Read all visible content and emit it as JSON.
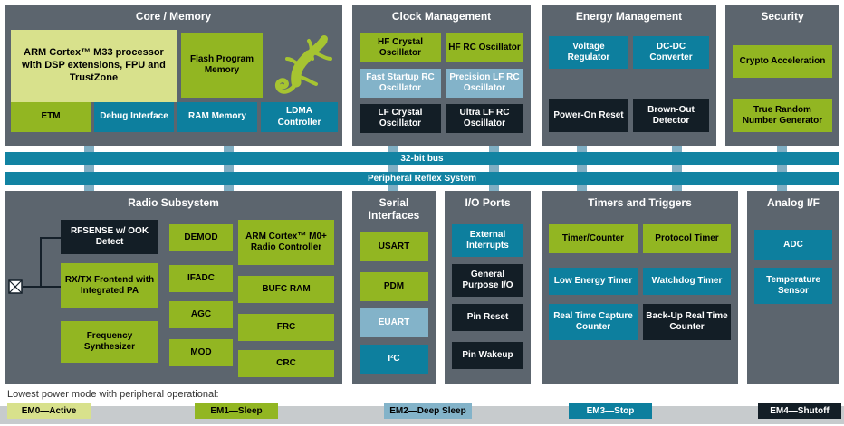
{
  "panels": {
    "core_memory": {
      "title": "Core / Memory",
      "blocks": {
        "cpu": "ARM Cortex™ M33 processor with DSP extensions, FPU and TrustZone",
        "flash": "Flash Program Memory",
        "etm": "ETM",
        "debug_interface": "Debug Interface",
        "ram_memory": "RAM Memory",
        "ldma_controller": "LDMA Controller"
      }
    },
    "clock_management": {
      "title": "Clock Management",
      "blocks": {
        "hf_crystal": "HF Crystal Oscillator",
        "hf_rc": "HF RC Oscillator",
        "fast_startup_rc": "Fast Startup RC Oscillator",
        "precision_lf_rc": "Precision LF RC Oscillator",
        "lf_crystal": "LF Crystal Oscillator",
        "ultra_lf_rc": "Ultra LF RC Oscillator"
      }
    },
    "energy_management": {
      "title": "Energy Management",
      "blocks": {
        "voltage_regulator": "Voltage Regulator",
        "dcdc_converter": "DC-DC Converter",
        "power_on_reset": "Power-On Reset",
        "brown_out_detector": "Brown-Out Detector"
      }
    },
    "security": {
      "title": "Security",
      "blocks": {
        "crypto_acceleration": "Crypto Acceleration",
        "trng": "True Random Number Generator"
      }
    },
    "radio": {
      "title": "Radio Subsystem",
      "blocks": {
        "rfsense": "RFSENSE w/ OOK Detect",
        "rxtx_frontend": "RX/TX Frontend with Integrated PA",
        "frequency_synthesizer": "Frequency Synthesizer",
        "demod": "DEMOD",
        "ifadc": "IFADC",
        "agc": "AGC",
        "mod": "MOD",
        "m0_radio_controller": "ARM Cortex™ M0+ Radio Controller",
        "bufc_ram": "BUFC RAM",
        "frc": "FRC",
        "crc": "CRC"
      }
    },
    "serial": {
      "title": "Serial Interfaces",
      "blocks": {
        "usart": "USART",
        "pdm": "PDM",
        "euart": "EUART",
        "i2c": "I²C"
      }
    },
    "io_ports": {
      "title": "I/O Ports",
      "blocks": {
        "external_interrupts": "External Interrupts",
        "gpio": "General Purpose I/O",
        "pin_reset": "Pin Reset",
        "pin_wakeup": "Pin Wakeup"
      }
    },
    "timers": {
      "title": "Timers and Triggers",
      "blocks": {
        "timer_counter": "Timer/Counter",
        "protocol_timer": "Protocol Timer",
        "low_energy_timer": "Low Energy Timer",
        "watchdog_timer": "Watchdog Timer",
        "rtcc": "Real Time Capture Counter",
        "backup_rtc": "Back-Up Real Time Counter"
      }
    },
    "analog": {
      "title": "Analog I/F",
      "blocks": {
        "adc": "ADC",
        "temperature_sensor": "Temperature Sensor"
      }
    }
  },
  "buses": {
    "bus32": "32-bit bus",
    "prs": "Peripheral Reflex System"
  },
  "legend": {
    "note": "Lowest power mode with peripheral operational:",
    "items": [
      {
        "label": "EM0—Active",
        "mode": "em0"
      },
      {
        "label": "EM1—Sleep",
        "mode": "em1"
      },
      {
        "label": "EM2—Deep Sleep",
        "mode": "em2"
      },
      {
        "label": "EM3—Stop",
        "mode": "em3"
      },
      {
        "label": "EM4—Shutoff",
        "mode": "em4"
      }
    ]
  },
  "colors": {
    "em0": "#d8e18c",
    "em1": "#92b622",
    "em2": "#83b3c9",
    "em3": "#0d7f9e",
    "em4": "#131e26",
    "panel_gray": "#5c656e",
    "bus_teal": "#1283a2",
    "stub_blue": "#7eaec3",
    "gecko_green": "#a6c431"
  },
  "icons": {
    "gecko": "gecko-logo-icon",
    "antenna": "antenna-icon"
  }
}
